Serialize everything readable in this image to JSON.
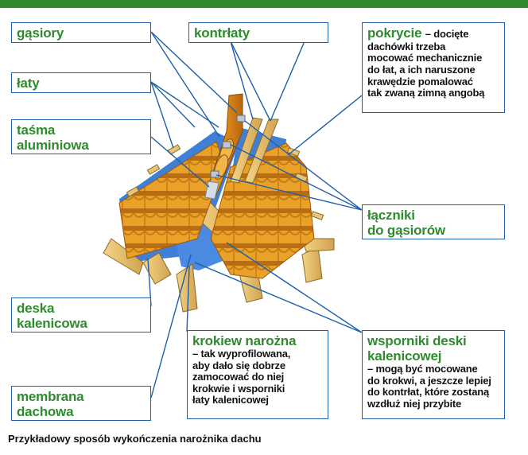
{
  "colors": {
    "accent_green": "#2e8b2e",
    "box_border": "#1f5fa8",
    "top_bar": "#2f8a2f"
  },
  "labels": {
    "gasiory": {
      "title": "gąsiory"
    },
    "kontrlaty": {
      "title": "kontrłaty"
    },
    "pokrycie": {
      "title": "pokrycie",
      "desc_first": "– docięte",
      "desc": [
        "dachówki trzeba",
        "mocować mechanicznie",
        "do łat, a ich naruszone",
        "krawędzie pomalować",
        "tak zwaną zimną angobą"
      ]
    },
    "laty": {
      "title": "łaty"
    },
    "tasma": {
      "title_line1": "taśma",
      "title_line2": "aluminiowa"
    },
    "laczniki": {
      "title_line1": "łączniki",
      "title_line2": "do gąsiorów"
    },
    "deska": {
      "title_line1": "deska",
      "title_line2": "kalenicowa"
    },
    "krokiew": {
      "title": "krokiew narożna",
      "desc": [
        "– tak wyprofilowana,",
        "aby dało się dobrze",
        "zamocować do niej",
        "krokwie i wsporniki",
        "łaty kalenicowej"
      ]
    },
    "wsporniki": {
      "title_line1": "wsporniki deski",
      "title_line2": "kalenicowej",
      "desc": [
        "– mogą być mocowane",
        "do krokwi, a jeszcze lepiej",
        "do kontrłat, które zostaną",
        "wzdłuż niej przybite"
      ]
    },
    "membrana": {
      "title_line1": "membrana",
      "title_line2": "dachowa"
    }
  },
  "caption": "Przykładowy sposób wykończenia narożnika dachu"
}
